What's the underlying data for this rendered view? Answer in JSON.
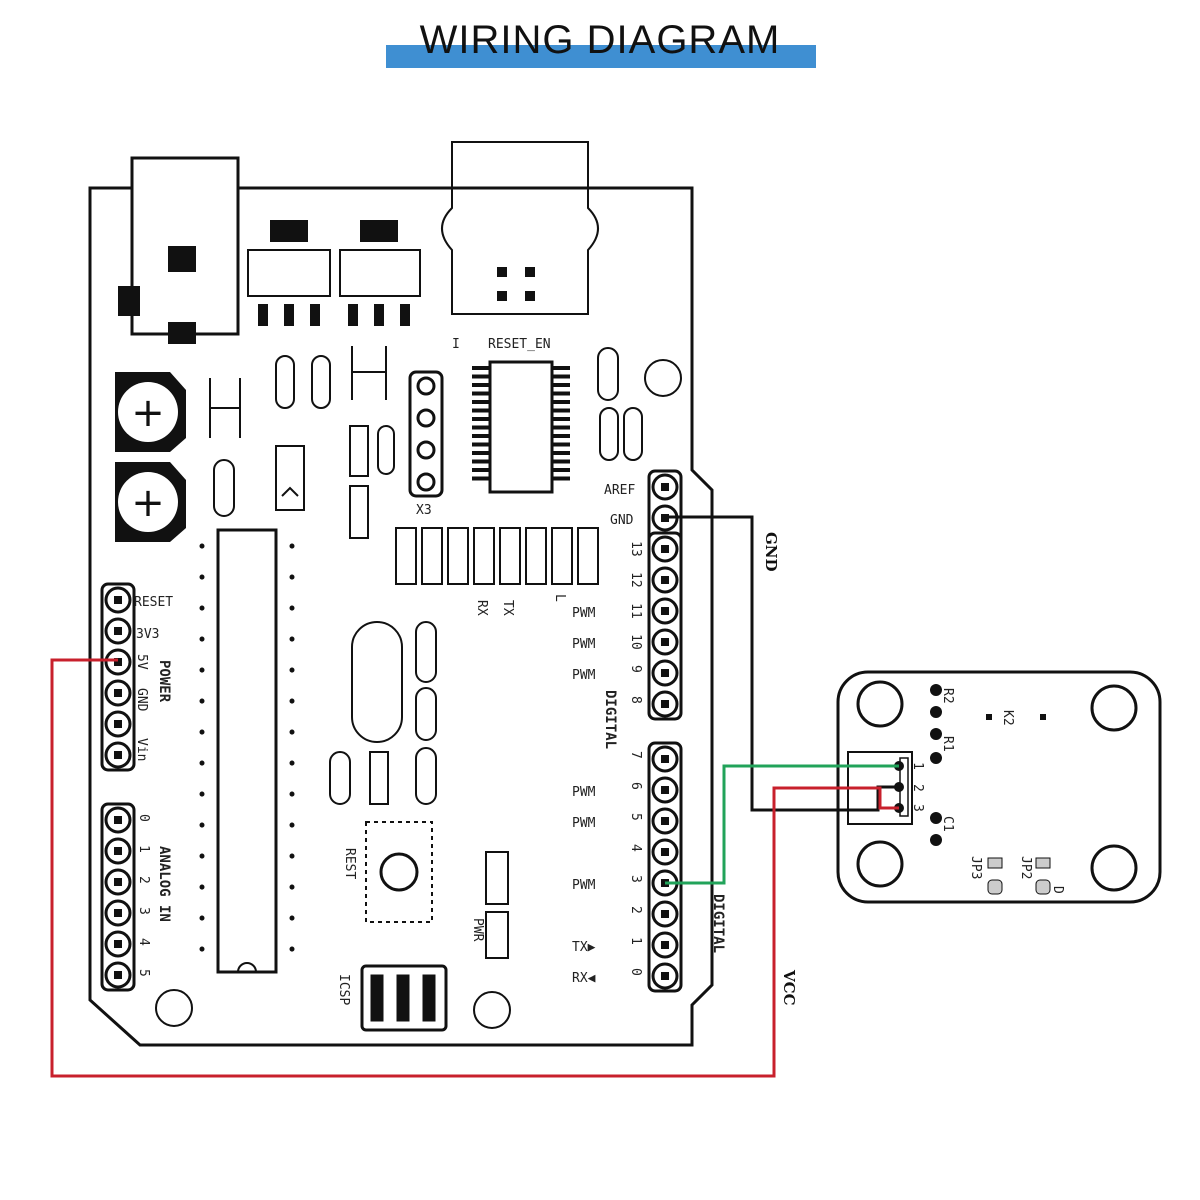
{
  "title": "WIRING DIAGRAM",
  "colors": {
    "title_bar": "#3f8fd2",
    "wire_gnd": "#111111",
    "wire_signal": "#21a35a",
    "wire_vcc": "#c8202c"
  },
  "board": {
    "reset_en": "RESET_EN",
    "x3": "X3",
    "led_rx": "RX",
    "led_tx": "TX",
    "led_l": "L",
    "rest": "REST",
    "icsp": "ICSP",
    "pwr": "PWR",
    "power_label": "POWER",
    "analog_label": "ANALOG IN",
    "digital_vertical": "DIGITAL",
    "digital_label": "DIGITAL",
    "aref": "AREF",
    "gnd_pin": "GND",
    "power_pins": [
      "RESET",
      "3V3",
      "5V",
      "GND",
      "Vin"
    ],
    "analog_pins": [
      "0",
      "1",
      "2",
      "3",
      "4",
      "5"
    ],
    "digital_upper": [
      {
        "prefix": "",
        "num": "13"
      },
      {
        "prefix": "",
        "num": "12"
      },
      {
        "prefix": "PWM",
        "num": "11"
      },
      {
        "prefix": "PWM",
        "num": "10"
      },
      {
        "prefix": "PWM",
        "num": "9"
      },
      {
        "prefix": "",
        "num": "8"
      }
    ],
    "digital_lower": [
      {
        "prefix": "",
        "num": "7"
      },
      {
        "prefix": "PWM",
        "num": "6"
      },
      {
        "prefix": "PWM",
        "num": "5"
      },
      {
        "prefix": "",
        "num": "4"
      },
      {
        "prefix": "PWM",
        "num": "3"
      },
      {
        "prefix": "",
        "num": "2"
      },
      {
        "prefix": "TX▶",
        "num": "1"
      },
      {
        "prefix": "RX◀",
        "num": "0"
      }
    ]
  },
  "module": {
    "r2": "R2",
    "r1": "R1",
    "k2": "K2",
    "c1": "C1",
    "jp3": "JP3",
    "jp2": "JP2",
    "d": "D",
    "pin1": "1",
    "pin2": "2",
    "pin3": "3"
  },
  "wires": {
    "gnd": "GND",
    "vcc": "VCC"
  }
}
